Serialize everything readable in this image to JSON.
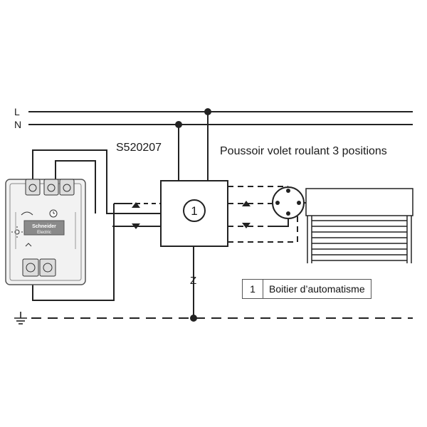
{
  "lines": {
    "l_label": "L",
    "n_label": "N",
    "z_label": "Z"
  },
  "device": {
    "reference": "S520207",
    "brand_top": "Schneider",
    "brand_bottom": "Electric"
  },
  "title": "Poussoir volet roulant 3 positions",
  "box": {
    "number": "1"
  },
  "legend": {
    "number": "1",
    "text": "Boitier d’automatisme"
  },
  "colors": {
    "line": "#222222",
    "module_fill": "#f2f2f2",
    "brand_panel": "#8a8a8a"
  }
}
